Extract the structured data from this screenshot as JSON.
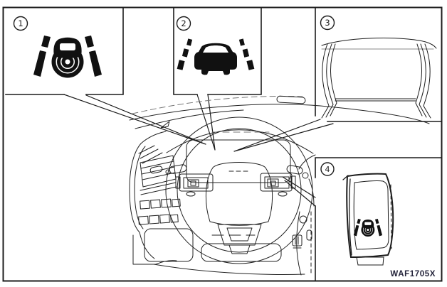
{
  "figure": {
    "code": "WAF1705X",
    "type": "owners-manual-illustration"
  },
  "callouts": [
    {
      "number": "1",
      "icon": "lane-intervention-indicator-icon"
    },
    {
      "number": "2",
      "icon": "lane-departure-indicator-icon"
    },
    {
      "number": "3",
      "icon": "windshield-view-illustration"
    },
    {
      "number": "4",
      "icon": "lane-intervention-switch-panel"
    }
  ],
  "colors": {
    "line": "#1c1c1c",
    "background": "#ffffff",
    "code_text": "#23233a",
    "light_line": "#8a8a8a"
  }
}
